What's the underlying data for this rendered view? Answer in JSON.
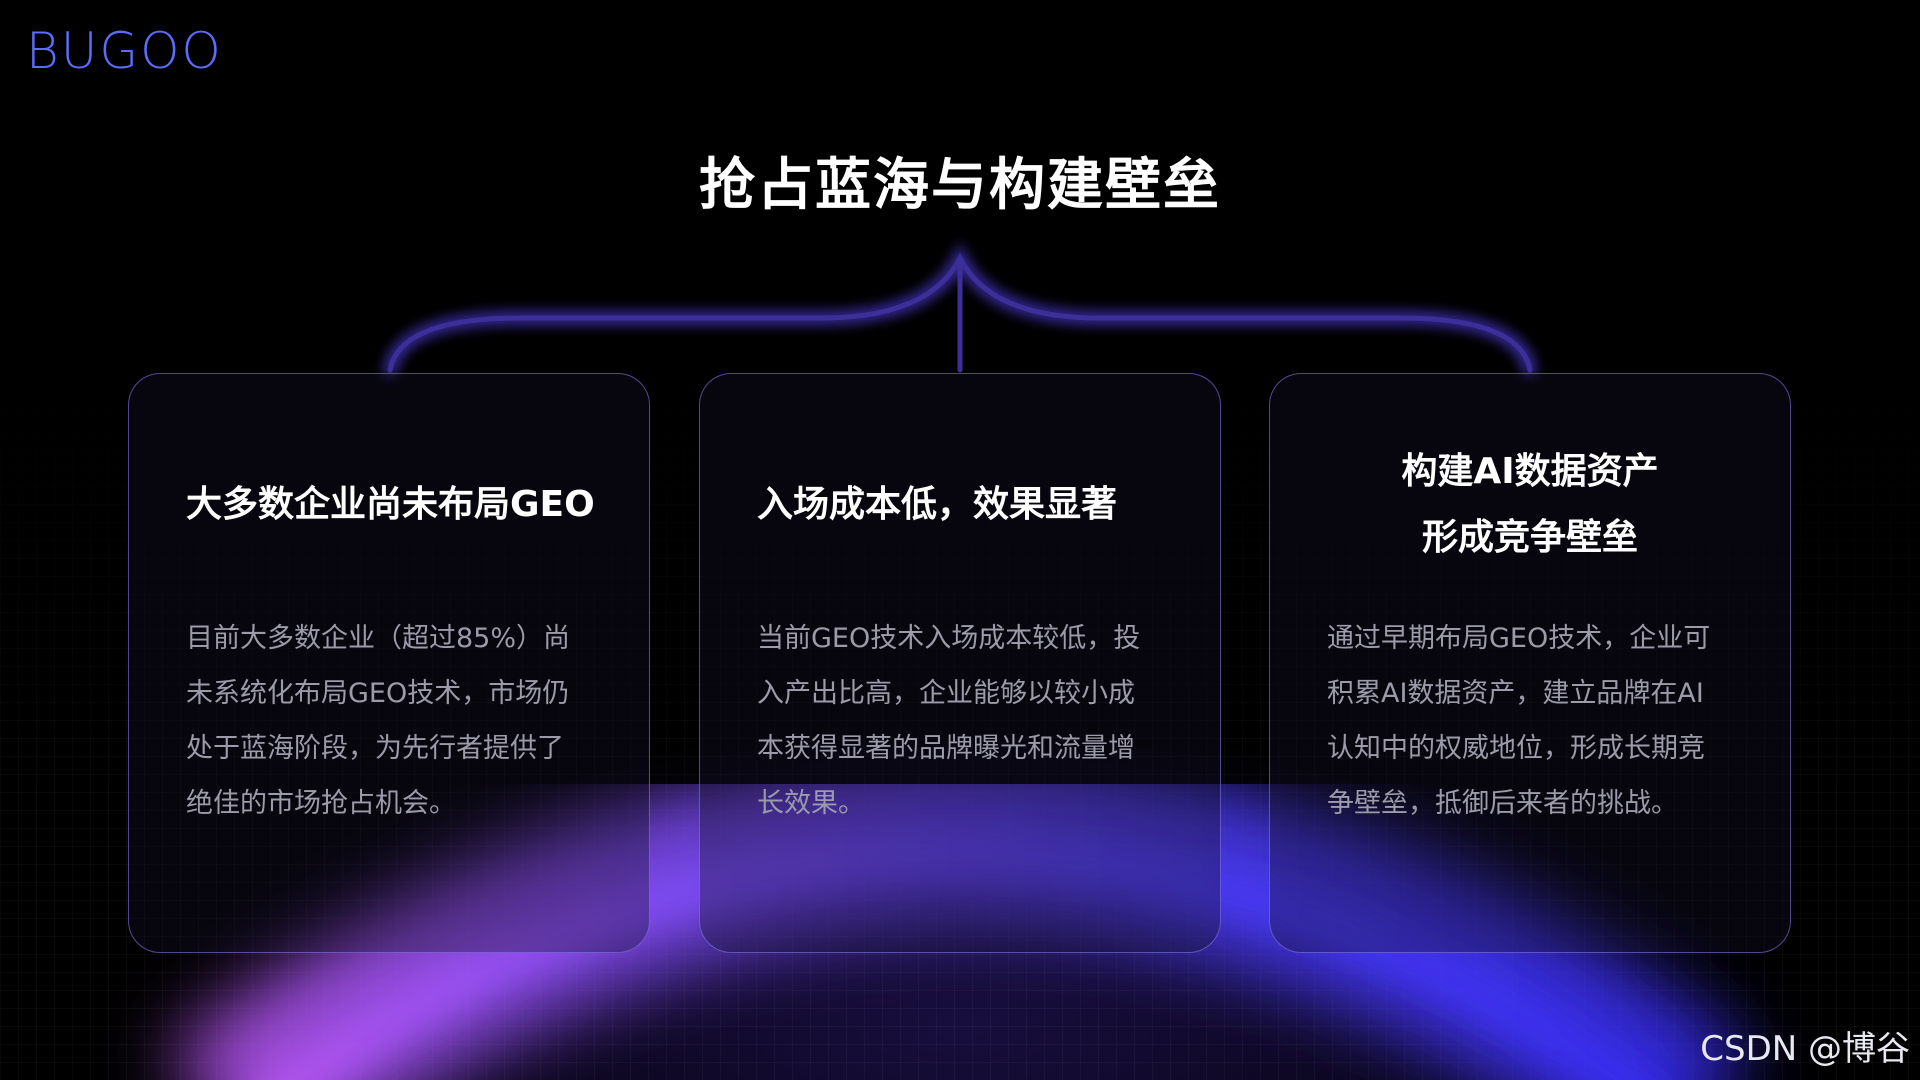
{
  "logo": "BUGOO",
  "title": "抢占蓝海与构建壁垒",
  "cards": [
    {
      "title_lines": [
        "大多数企业尚未布局GEO"
      ],
      "body": "目前大多数企业（超过85%）尚未系统化布局GEO技术，市场仍处于蓝海阶段，为先行者提供了绝佳的市场抢占机会。"
    },
    {
      "title_lines": [
        "入场成本低，效果显著"
      ],
      "body": "当前GEO技术入场成本较低，投入产出比高，企业能够以较小成本获得显著的品牌曝光和流量增长效果。"
    },
    {
      "title_lines": [
        "构建AI数据资产",
        "形成竞争壁垒"
      ],
      "body": "通过早期布局GEO技术，企业可积累AI数据资产，建立品牌在AI认知中的权威地位，形成长期竞争壁垒，抵御后来者的挑战。"
    }
  ],
  "watermark": "CSDN @博谷",
  "colors": {
    "background": "#000000",
    "logo": "#5c6cff",
    "card_border": "#8c82ff",
    "glow_purple": "#a24bff",
    "glow_blue": "#4a3cff",
    "body_text": "#9b9baa"
  }
}
